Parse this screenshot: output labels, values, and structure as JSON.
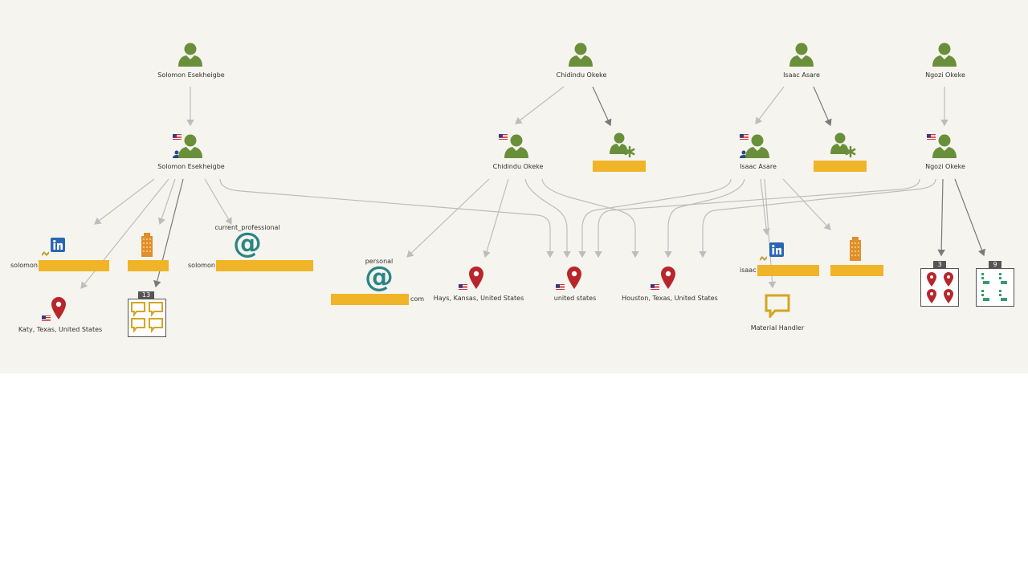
{
  "people": {
    "solomon_top": "Solomon Esekheigbe",
    "solomon": "Solomon Esekheigbe",
    "chidindu_top": "Chidindu Okeke",
    "chidindu": "Chidindu Okeke",
    "isaac_top": "Isaac Asare",
    "isaac": "Isaac Asare",
    "ngozi_top": "Ngozi Okeke",
    "ngozi": "Ngozi Okeke"
  },
  "labels": {
    "solomon_linkedin_prefix": "solomon",
    "solomon_email_prefix": "solomon",
    "current_professional": "current_professional",
    "personal": "personal",
    "com_suffix": "com",
    "isaac_linkedin_prefix": "isaac",
    "katy": "Katy, Texas, United States",
    "hays": "Hays, Kansas, United States",
    "united_states": "united states",
    "houston": "Houston, Texas, United States",
    "material_handler": "Material Handler"
  },
  "badges": {
    "messages": "13",
    "locations": "3",
    "footprints": "9"
  },
  "colors": {
    "person": "#6a8f3a",
    "redaction": "#f0b429",
    "location": "#b8262b",
    "email": "#2a8585",
    "linkedin": "#2867b2",
    "company": "#e08f2a",
    "message": "#d4a520",
    "edge": "#bdbdbd",
    "edge_dark": "#8a8a8a",
    "canvas": "#f6f4ef"
  }
}
